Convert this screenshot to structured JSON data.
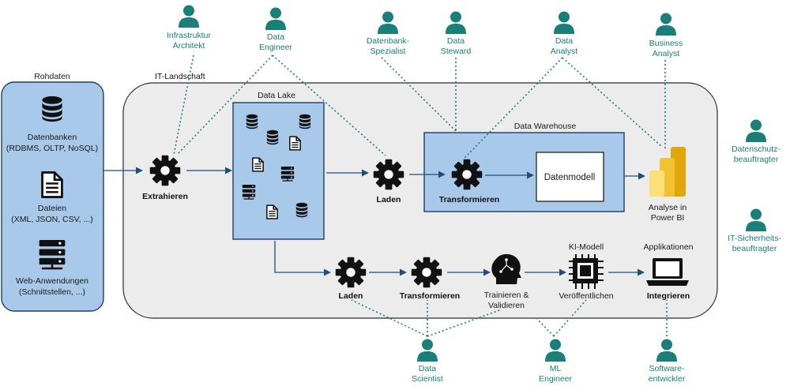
{
  "colors": {
    "teal": "#1a7f79",
    "box_blue": "#a9c9ea",
    "box_border": "#1f3f63",
    "landscape_bg": "#ececec",
    "arrow": "#1f4e79",
    "gear": "#111111"
  },
  "source": {
    "title": "Rohdaten",
    "databases": [
      "Datenbanken",
      "(RDBMS, OLTP, NoSQL)"
    ],
    "files": [
      "Dateien",
      "(XML, JSON, CSV, ...)"
    ],
    "web": [
      "Web-Anwendungen",
      "(Schnittstellen, ...)"
    ]
  },
  "landscape": {
    "title": "IT-Landschaft"
  },
  "data_lake": {
    "title": "Data Lake"
  },
  "warehouse": {
    "title": "Data Warehouse",
    "model": "Datenmodell"
  },
  "steps": {
    "extract": "Extrahieren",
    "load_top": "Laden",
    "transform_top": "Transformieren",
    "analysis": [
      "Analyse in",
      "Power BI"
    ],
    "load_bottom": "Laden",
    "transform_bottom": "Transformieren",
    "train": [
      "Trainieren &",
      "Validieren"
    ],
    "ki_model": "KI-Modell",
    "publish": "Veröffentlichen",
    "applications": "Applikationen",
    "integrate": "Integrieren"
  },
  "roles": {
    "infra_architect": [
      "Infrastruktur",
      "Architekt"
    ],
    "data_engineer": [
      "Data",
      "Engineer"
    ],
    "db_specialist": [
      "Datenbank-",
      "Spezialist"
    ],
    "data_steward": [
      "Data",
      "Steward"
    ],
    "data_analyst": [
      "Data",
      "Analyst"
    ],
    "business_analyst": [
      "Business",
      "Analyst"
    ],
    "privacy_officer": [
      "Datenschutz-",
      "beauftragter"
    ],
    "security_officer": [
      "IT-Sicherheits-",
      "beauftragter"
    ],
    "data_scientist": [
      "Data",
      "Scientist"
    ],
    "ml_engineer": [
      "ML",
      "Engineer"
    ],
    "software_dev": [
      "Software-",
      "entwickler"
    ]
  },
  "icons": {
    "person": "person-icon",
    "gear": "gear-icon",
    "database": "database-icon",
    "file": "file-icon",
    "server": "server-icon",
    "brain": "brain-icon",
    "chip": "chip-icon",
    "laptop": "laptop-icon",
    "powerbi": "power-bi-logo"
  }
}
